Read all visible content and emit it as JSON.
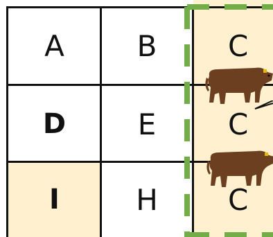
{
  "grid": {
    "row1": [
      "A",
      "B",
      "C"
    ],
    "row2": [
      "D",
      "E",
      "C"
    ],
    "row3": [
      "I",
      "H",
      "C"
    ]
  },
  "colors": {
    "highlight": "#fff1cf",
    "dashed_border": "#72ad47",
    "cow": "#6b3f1f"
  }
}
